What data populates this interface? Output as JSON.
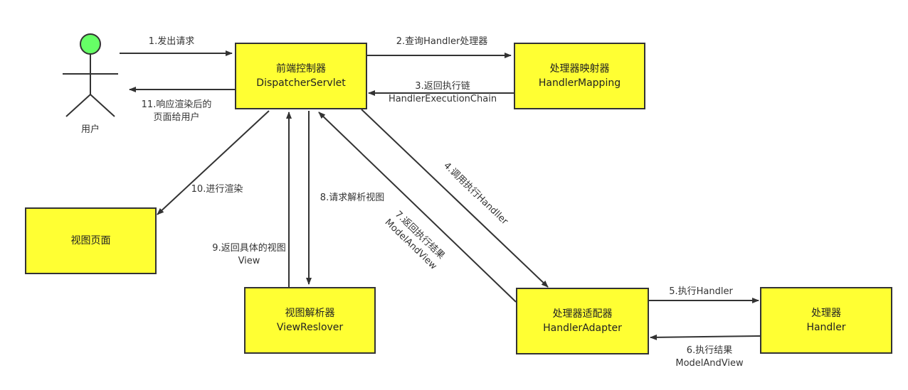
{
  "actor": {
    "label": "用户"
  },
  "boxes": {
    "dispatcher": {
      "line1": "前端控制器",
      "line2": "DispatcherServlet"
    },
    "handler_mapping": {
      "line1": "处理器映射器",
      "line2": "HandlerMapping"
    },
    "view_page": {
      "line1": "视图页面"
    },
    "view_resolver": {
      "line1": "视图解析器",
      "line2": "ViewReslover"
    },
    "handler_adapter": {
      "line1": "处理器适配器",
      "line2": "HandlerAdapter"
    },
    "handler": {
      "line1": "处理器",
      "line2": "Handler"
    }
  },
  "edges": {
    "e1": {
      "line1": "1.发出请求"
    },
    "e2": {
      "line1": "2.查询Handler处理器"
    },
    "e3": {
      "line1": "3.返回执行链",
      "line2": "HandlerExecutionChain"
    },
    "e4": {
      "line1": "4.调用执行Handller"
    },
    "e5": {
      "line1": "5.执行Handler"
    },
    "e6": {
      "line1": "6.执行结果",
      "line2": "ModelAndView"
    },
    "e7": {
      "line1": "7.返回执行结果",
      "line2": "ModelAndView"
    },
    "e8": {
      "line1": "8.请求解析视图"
    },
    "e9": {
      "line1": "9.返回具体的视图",
      "line2": "View"
    },
    "e10": {
      "line1": "10.进行渲染"
    },
    "e11": {
      "line1": "11.响应渲染后的",
      "line2": "页面给用户"
    }
  },
  "colors": {
    "box_fill": "#ffff33",
    "stroke": "#333333",
    "actor_head": "#66ff66"
  }
}
